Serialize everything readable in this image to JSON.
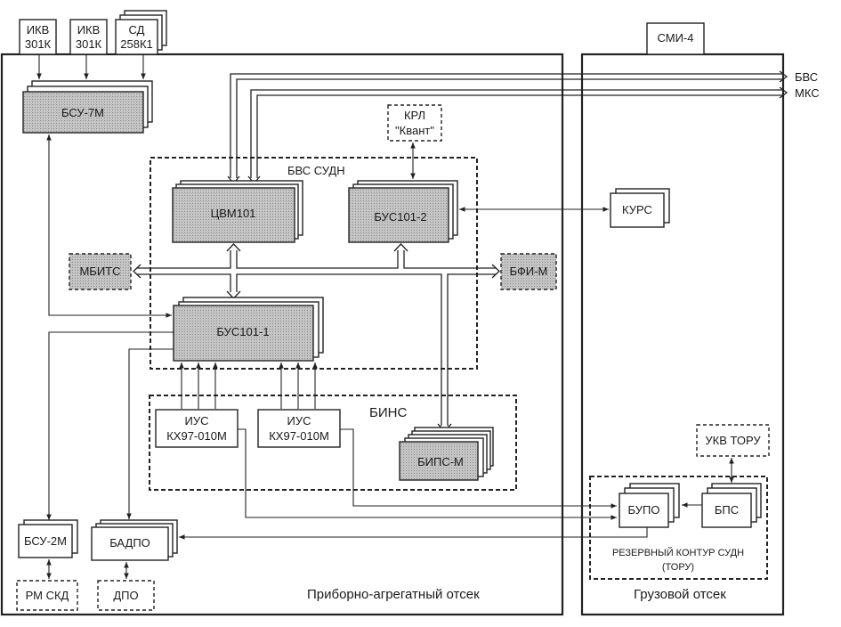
{
  "compartments": {
    "instrument": "Приборно-агрегатный отсек",
    "cargo": "Грузовой отсек"
  },
  "groups": {
    "bvs_sudn": "БВС СУДН",
    "bins": "БИНС",
    "reserve_line1": "РЕЗЕРВНЫЙ КОНТУР СУДН",
    "reserve_line2": "(ТОРУ)"
  },
  "blocks": {
    "ikv1": [
      "ИКВ",
      "301К"
    ],
    "ikv2": [
      "ИКВ",
      "301К"
    ],
    "sd": [
      "СД",
      "258К1"
    ],
    "bsu7m": "БСУ-7М",
    "krl": [
      "КРЛ",
      "\"Квант\""
    ],
    "tsvm101": "ЦВМ101",
    "bus101_2": "БУС101-2",
    "kurs": "КУРС",
    "mbits": "МБИТС",
    "bfim": "БФИ-М",
    "bus101_1": "БУС101-1",
    "ius1": [
      "ИУС",
      "КХ97-010М"
    ],
    "ius2": [
      "ИУС",
      "КХ97-010М"
    ],
    "bipsm": "БИПС-М",
    "bsu2m": "БСУ-2М",
    "badpo": "БАДПО",
    "rmskd": "РМ СКД",
    "dpo": "ДПО",
    "smi4": "СМИ-4",
    "ukv_toru": "УКВ ТОРУ",
    "bupo": "БУПО",
    "bps": "БПС"
  },
  "external_links": {
    "bvs": "БВС",
    "mks": "МКС"
  },
  "colors": {
    "line": "#222222",
    "block_fill_gray": "#b8b8b8",
    "background": "#ffffff"
  }
}
